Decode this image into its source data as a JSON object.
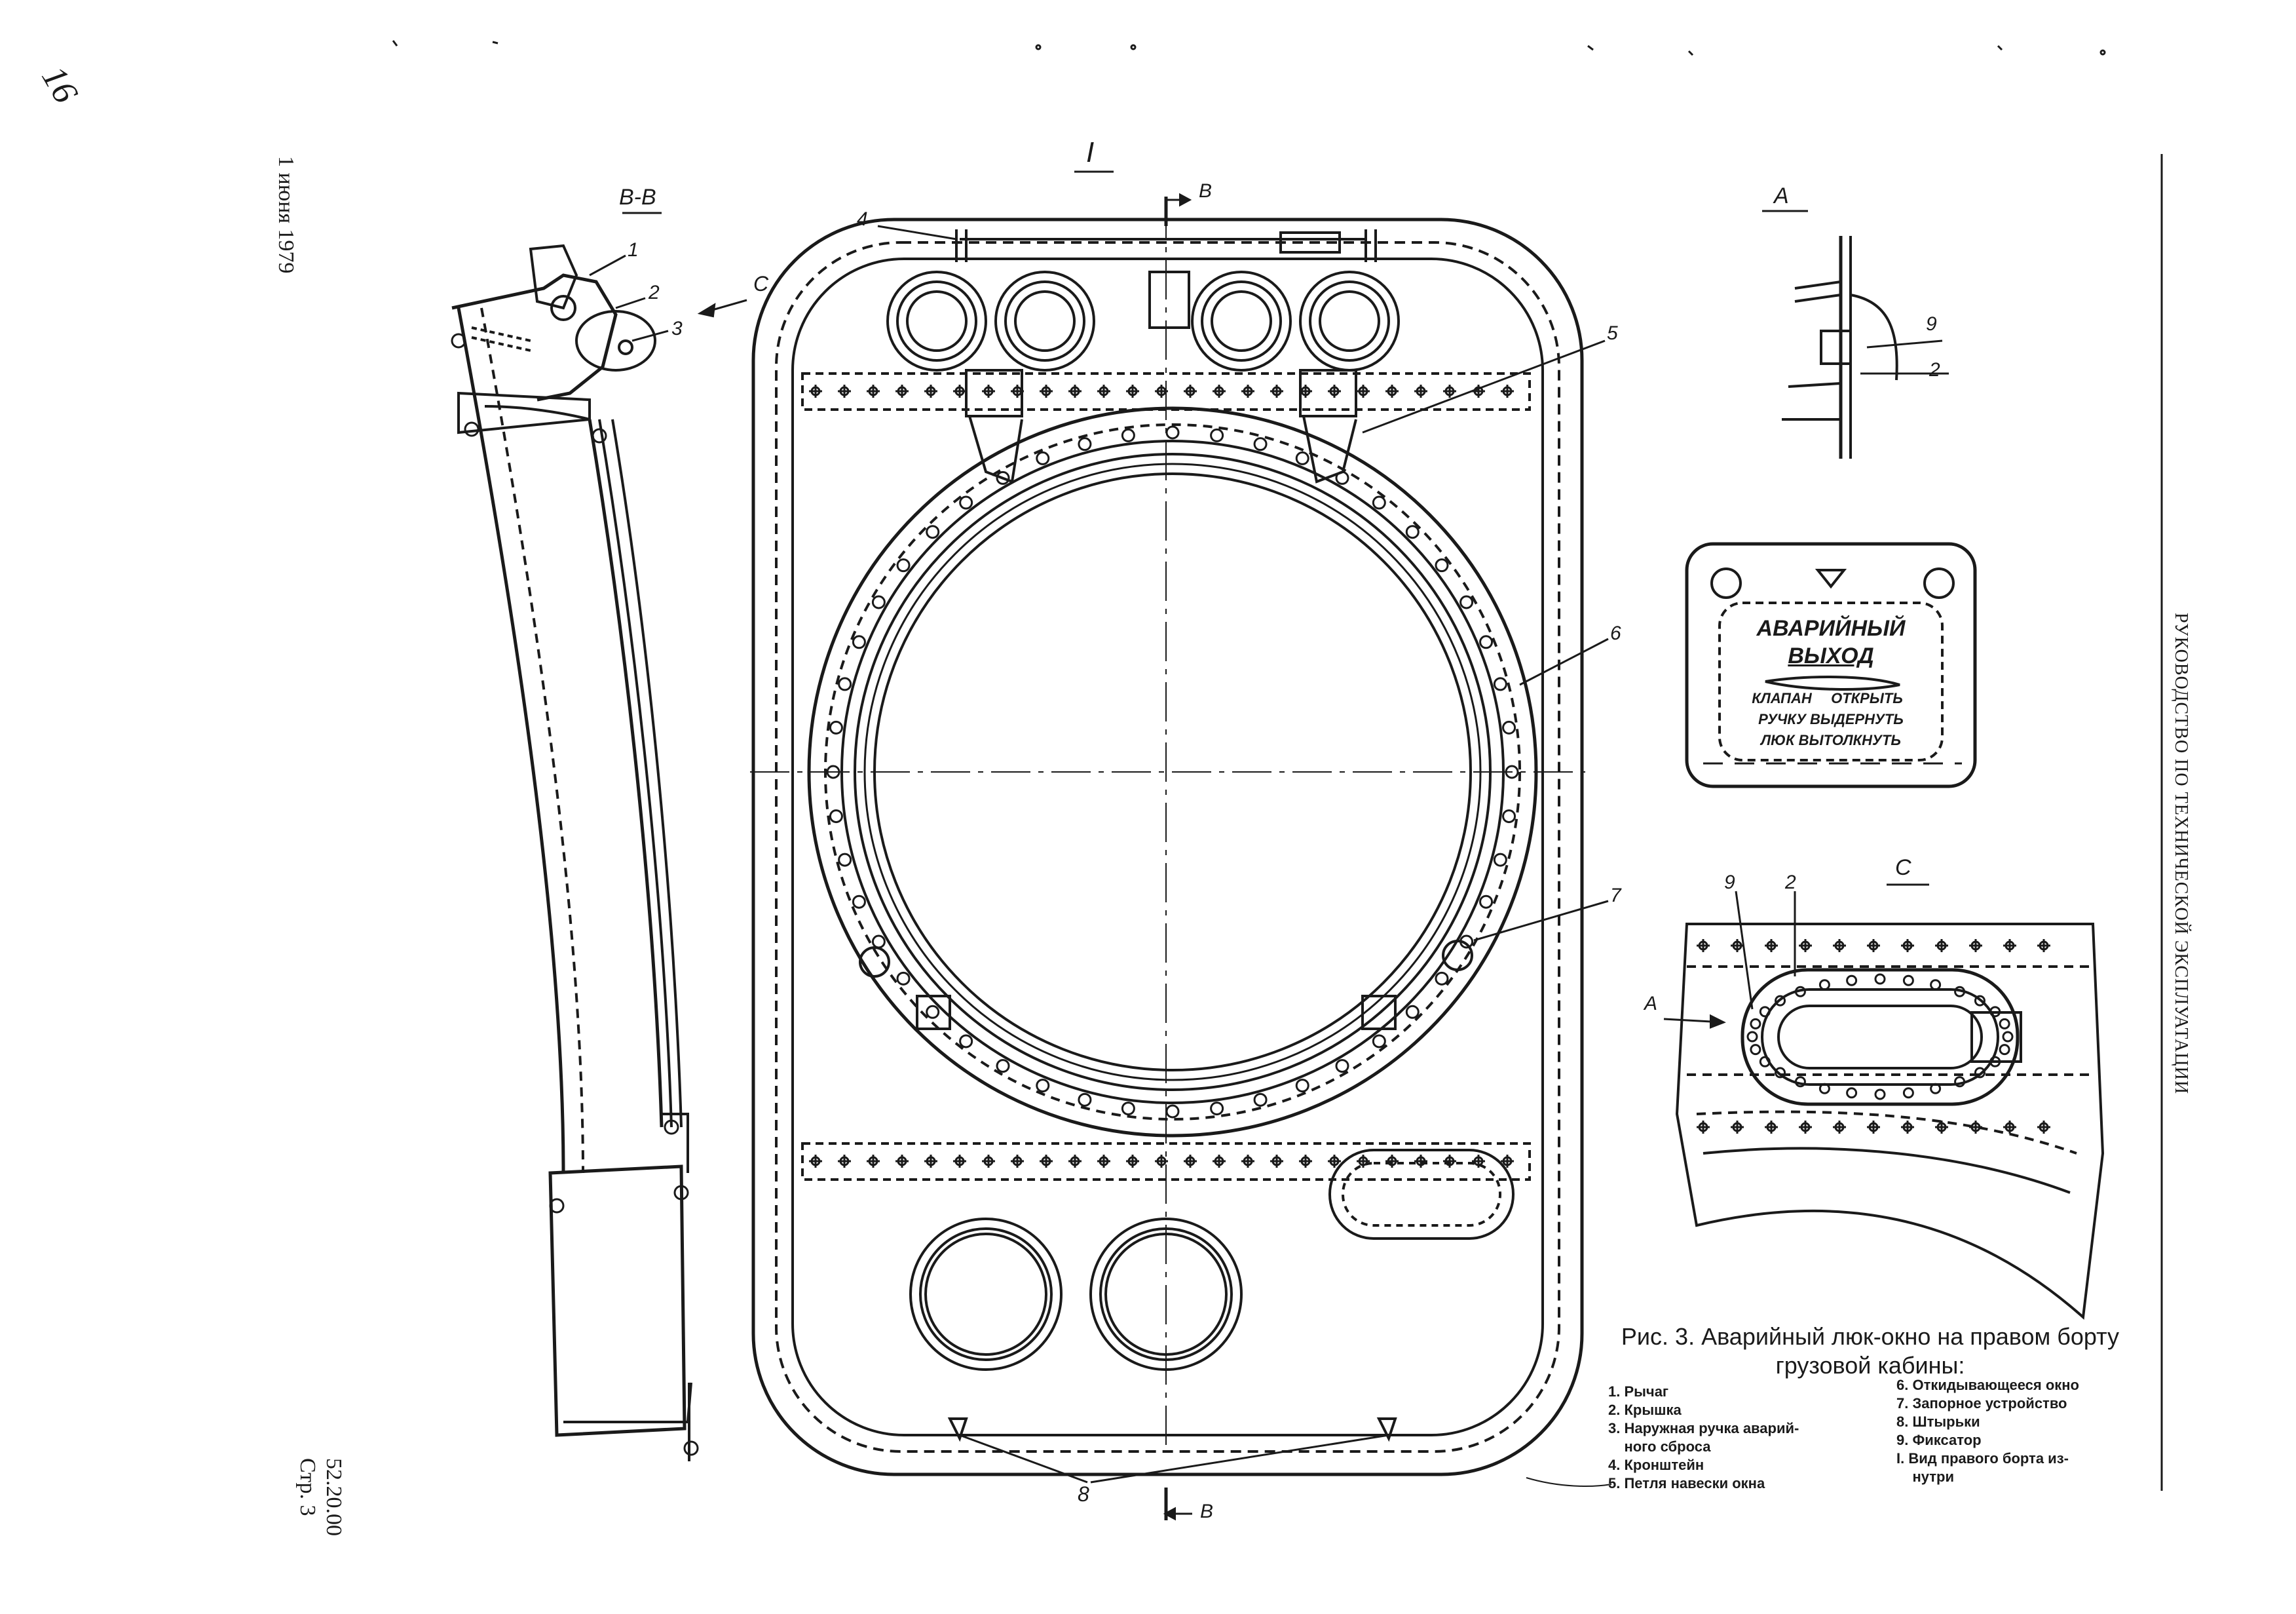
{
  "handwritten_mark": "16",
  "date_stamp": "1 июня 1979",
  "side_header": "РУКОВОДСТВО ПО ТЕХНИЧЕСКОЙ ЭКСПЛУАТАЦИИ",
  "page_ref": {
    "code": "52.20.00",
    "page": "Стр. 3"
  },
  "views": {
    "bb": "В-В",
    "one": "I",
    "a": "А",
    "c": "С"
  },
  "section_marks": {
    "b_top": "В",
    "b_bottom": "В",
    "c_arrow": "С",
    "a_arrow": "А"
  },
  "callouts": {
    "bb_1": "1",
    "bb_2": "2",
    "bb_3": "3",
    "main_4": "4",
    "main_5": "5",
    "main_6": "6",
    "main_7": "7",
    "main_8": "8",
    "a_9": "9",
    "a_2": "2",
    "c_9": "9",
    "c_2": "2"
  },
  "placard": {
    "line1": "АВАРИЙНЫЙ",
    "line2": "ВЫХОД",
    "line3a": "КЛАПАН",
    "line3b": "ОТКРЫТЬ",
    "line4": "РУЧКУ ВЫДЕРНУТЬ",
    "line5": "ЛЮК ВЫТОЛКНУТЬ"
  },
  "caption": {
    "title_line1": "Рис. 3. Аварийный люк-окно на правом борту",
    "title_line2": "грузовой кабины:"
  },
  "legend_left": [
    "1. Рычаг",
    "2. Крышка",
    "3. Наружная ручка аварий-",
    "    ного сброса",
    "4. Кронштейн",
    "5. Петля навески окна"
  ],
  "legend_right": [
    "6. Откидывающееся окно",
    "7. Запорное устройство",
    "8. Штырьки",
    "9. Фиксатор",
    "I. Вид правого борта из-",
    "    нутри"
  ],
  "colors": {
    "ink": "#1a1a1a",
    "paper": "#ffffff"
  }
}
